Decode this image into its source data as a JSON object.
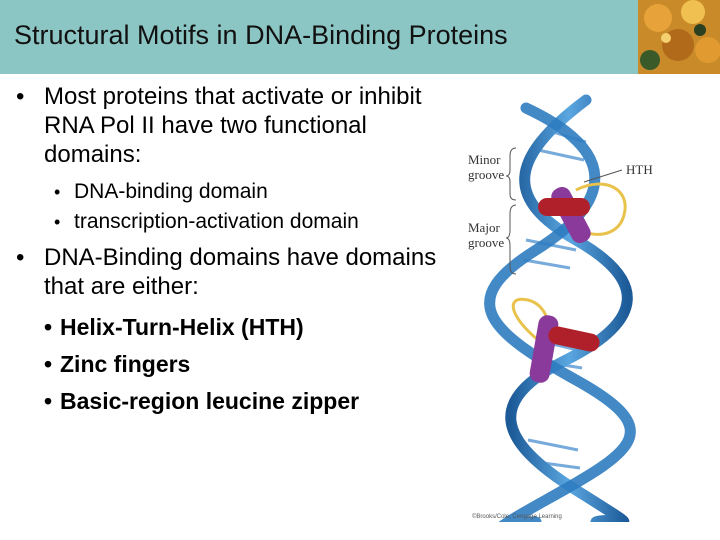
{
  "slide": {
    "title": "Structural Motifs in DNA-Binding Proteins"
  },
  "bullets": [
    {
      "text": "Most proteins that activate or inhibit RNA Pol II have two functional domains:",
      "sub": [
        "DNA-binding domain",
        "transcription-activation domain"
      ]
    },
    {
      "text": "DNA-Binding domains have domains that are either:",
      "bold_items": [
        "Helix-Turn-Helix (HTH)",
        "Zinc fingers",
        "Basic-region leucine zipper"
      ]
    }
  ],
  "figure": {
    "labels": {
      "minor_groove": "Minor groove",
      "major_groove": "Major groove",
      "hth": "HTH"
    },
    "credit": "©Brooks/Cole, Cengage Learning"
  },
  "colors": {
    "title_bar": "#8cc6c4",
    "dna_blue": "#2d7cc0",
    "helix_red": "#b0202a",
    "helix_purple": "#8a3a9a",
    "loop_yellow": "#e8c24a"
  }
}
